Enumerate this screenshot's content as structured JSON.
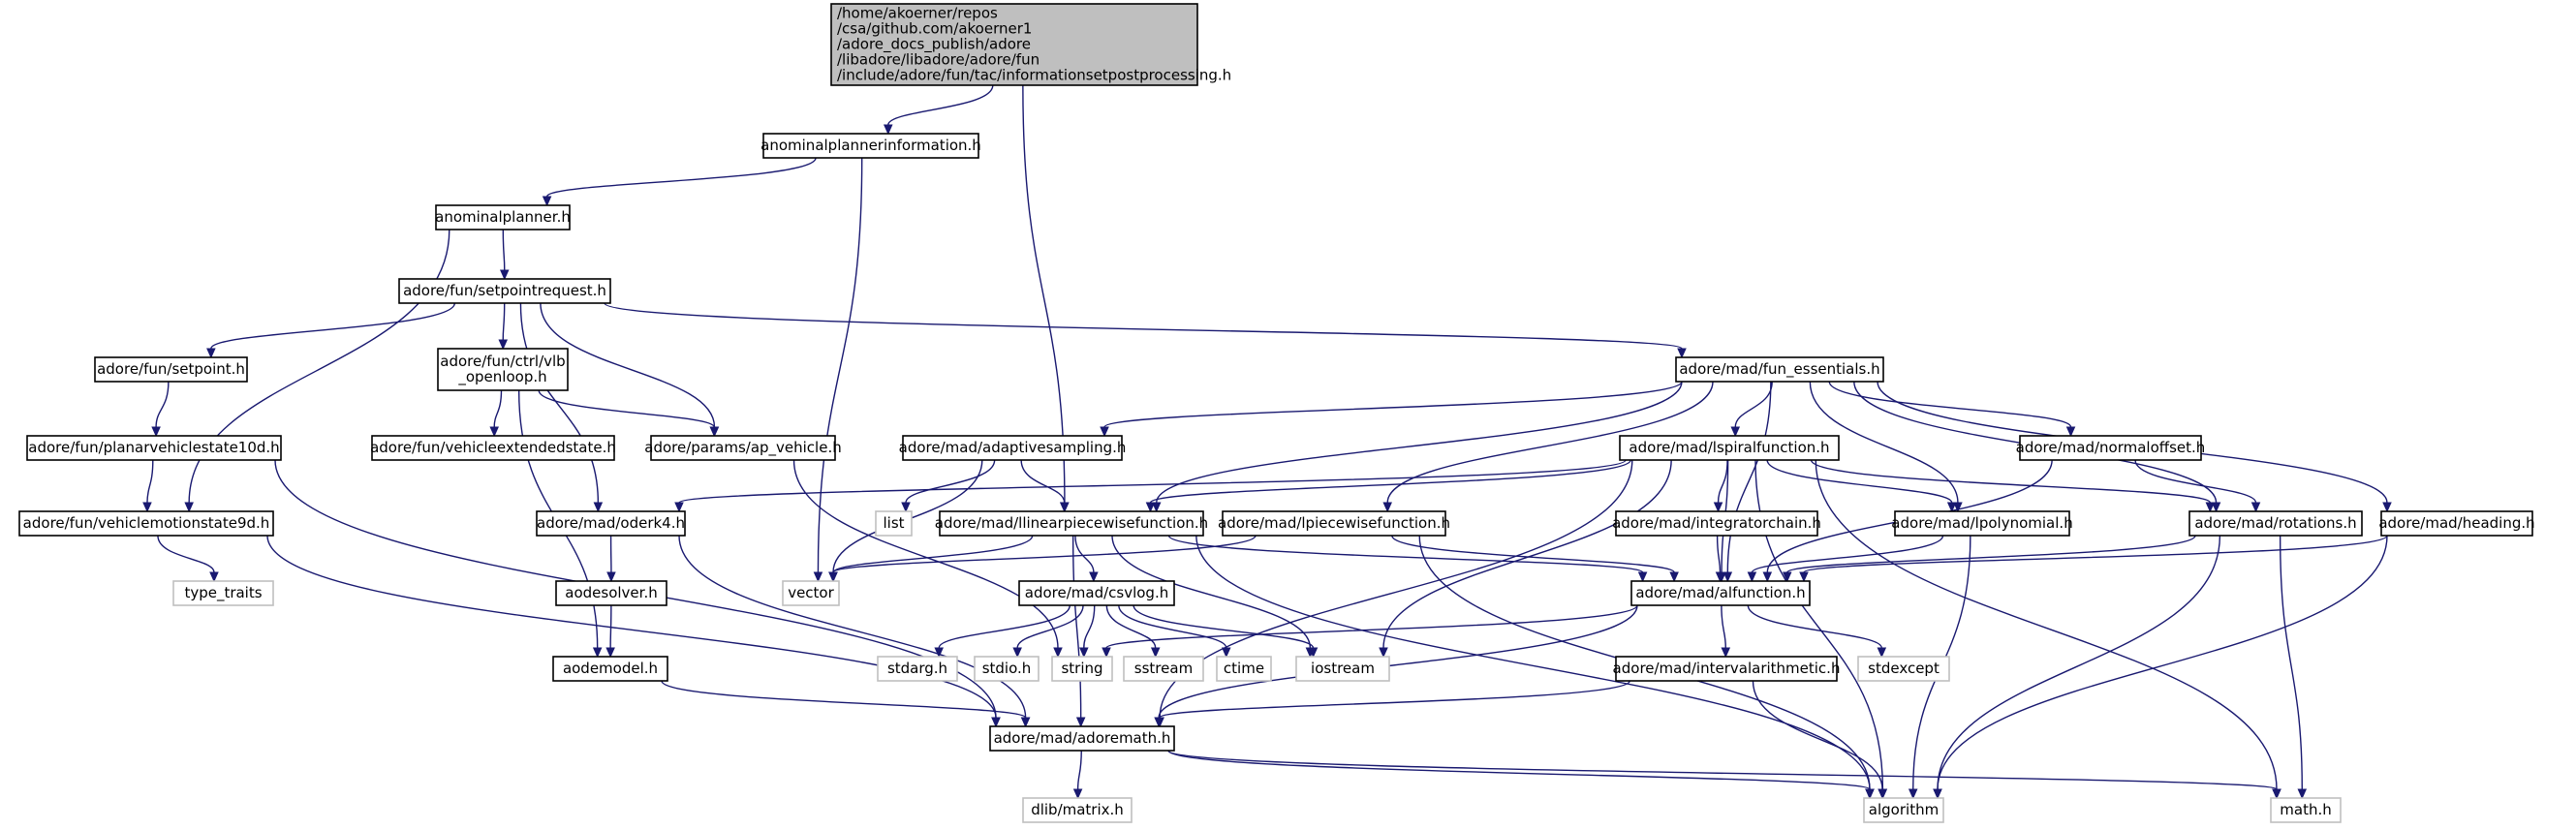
{
  "nodes": [
    {
      "id": "root",
      "kind": "root",
      "lines": [
        "/home/akoerner/repos",
        "/csa/github.com/akoerner1",
        "/adore_docs_publish/adore",
        "/libadore/libadore/adore/fun",
        "/include/adore/fun/tac/informationsetpostprocessing.h"
      ]
    },
    {
      "id": "anominalplannerinformation",
      "kind": "file",
      "lines": [
        "anominalplannerinformation.h"
      ]
    },
    {
      "id": "anominalplanner",
      "kind": "file",
      "lines": [
        "anominalplanner.h"
      ]
    },
    {
      "id": "setpointrequest",
      "kind": "file",
      "lines": [
        "adore/fun/setpointrequest.h"
      ]
    },
    {
      "id": "setpoint",
      "kind": "file",
      "lines": [
        "adore/fun/setpoint.h"
      ]
    },
    {
      "id": "vlb_openloop",
      "kind": "file",
      "lines": [
        "adore/fun/ctrl/vlb",
        "_openloop.h"
      ]
    },
    {
      "id": "planarvehiclestate10d",
      "kind": "file",
      "lines": [
        "adore/fun/planarvehiclestate10d.h"
      ]
    },
    {
      "id": "vehicleextendedstate",
      "kind": "file",
      "lines": [
        "adore/fun/vehicleextendedstate.h"
      ]
    },
    {
      "id": "ap_vehicle",
      "kind": "file",
      "lines": [
        "adore/params/ap_vehicle.h"
      ]
    },
    {
      "id": "vehiclemotionstate9d",
      "kind": "file",
      "lines": [
        "adore/fun/vehiclemotionstate9d.h"
      ]
    },
    {
      "id": "type_traits",
      "kind": "ext",
      "lines": [
        "type_traits"
      ]
    },
    {
      "id": "oderk4",
      "kind": "file",
      "lines": [
        "adore/mad/oderk4.h"
      ]
    },
    {
      "id": "aodesolver",
      "kind": "file",
      "lines": [
        "aodesolver.h"
      ]
    },
    {
      "id": "aodemodel",
      "kind": "file",
      "lines": [
        "aodemodel.h"
      ]
    },
    {
      "id": "fun_essentials",
      "kind": "file",
      "lines": [
        "adore/mad/fun_essentials.h"
      ]
    },
    {
      "id": "adaptivesampling",
      "kind": "file",
      "lines": [
        "adore/mad/adaptivesampling.h"
      ]
    },
    {
      "id": "list",
      "kind": "ext",
      "lines": [
        "list"
      ]
    },
    {
      "id": "llinearpiecewisefunction",
      "kind": "file",
      "lines": [
        "adore/mad/llinearpiecewisefunction.h"
      ]
    },
    {
      "id": "vector",
      "kind": "ext",
      "lines": [
        "vector"
      ]
    },
    {
      "id": "lspiralfunction",
      "kind": "file",
      "lines": [
        "adore/mad/lspiralfunction.h"
      ]
    },
    {
      "id": "lpiecewisefunction",
      "kind": "file",
      "lines": [
        "adore/mad/lpiecewisefunction.h"
      ]
    },
    {
      "id": "integratorchain",
      "kind": "file",
      "lines": [
        "adore/mad/integratorchain.h"
      ]
    },
    {
      "id": "lpolynomial",
      "kind": "file",
      "lines": [
        "adore/mad/lpolynomial.h"
      ]
    },
    {
      "id": "normaloffset",
      "kind": "file",
      "lines": [
        "adore/mad/normaloffset.h"
      ]
    },
    {
      "id": "rotations",
      "kind": "file",
      "lines": [
        "adore/mad/rotations.h"
      ]
    },
    {
      "id": "heading",
      "kind": "file",
      "lines": [
        "adore/mad/heading.h"
      ]
    },
    {
      "id": "csvlog",
      "kind": "file",
      "lines": [
        "adore/mad/csvlog.h"
      ]
    },
    {
      "id": "alfunction",
      "kind": "file",
      "lines": [
        "adore/mad/alfunction.h"
      ]
    },
    {
      "id": "stdarg",
      "kind": "ext",
      "lines": [
        "stdarg.h"
      ]
    },
    {
      "id": "stdio",
      "kind": "ext",
      "lines": [
        "stdio.h"
      ]
    },
    {
      "id": "string",
      "kind": "ext",
      "lines": [
        "string"
      ]
    },
    {
      "id": "sstream",
      "kind": "ext",
      "lines": [
        "sstream"
      ]
    },
    {
      "id": "ctime",
      "kind": "ext",
      "lines": [
        "ctime"
      ]
    },
    {
      "id": "iostream",
      "kind": "ext",
      "lines": [
        "iostream"
      ]
    },
    {
      "id": "intervalarithmetic",
      "kind": "file",
      "lines": [
        "adore/mad/intervalarithmetic.h"
      ]
    },
    {
      "id": "stdexcept",
      "kind": "ext",
      "lines": [
        "stdexcept"
      ]
    },
    {
      "id": "adoremath",
      "kind": "file",
      "lines": [
        "adore/mad/adoremath.h"
      ]
    },
    {
      "id": "matrix",
      "kind": "ext",
      "lines": [
        "dlib/matrix.h"
      ]
    },
    {
      "id": "algorithm",
      "kind": "ext",
      "lines": [
        "algorithm"
      ]
    },
    {
      "id": "math",
      "kind": "ext",
      "lines": [
        "math.h"
      ]
    }
  ],
  "edges": [
    [
      "root",
      "anominalplannerinformation"
    ],
    [
      "root",
      "llinearpiecewisefunction"
    ],
    [
      "anominalplannerinformation",
      "anominalplanner"
    ],
    [
      "anominalplannerinformation",
      "vector"
    ],
    [
      "anominalplanner",
      "setpointrequest"
    ],
    [
      "anominalplanner",
      "vehiclemotionstate9d"
    ],
    [
      "setpointrequest",
      "setpoint"
    ],
    [
      "setpointrequest",
      "vlb_openloop"
    ],
    [
      "setpointrequest",
      "ap_vehicle"
    ],
    [
      "setpointrequest",
      "oderk4"
    ],
    [
      "setpointrequest",
      "fun_essentials"
    ],
    [
      "setpoint",
      "planarvehiclestate10d"
    ],
    [
      "vlb_openloop",
      "vehicleextendedstate"
    ],
    [
      "vlb_openloop",
      "ap_vehicle"
    ],
    [
      "vlb_openloop",
      "aodemodel"
    ],
    [
      "planarvehiclestate10d",
      "vehiclemotionstate9d"
    ],
    [
      "planarvehiclestate10d",
      "adoremath"
    ],
    [
      "vehiclemotionstate9d",
      "type_traits"
    ],
    [
      "vehiclemotionstate9d",
      "adoremath"
    ],
    [
      "ap_vehicle",
      "string"
    ],
    [
      "oderk4",
      "aodesolver"
    ],
    [
      "oderk4",
      "adoremath"
    ],
    [
      "aodesolver",
      "aodemodel"
    ],
    [
      "aodemodel",
      "adoremath"
    ],
    [
      "fun_essentials",
      "adaptivesampling"
    ],
    [
      "fun_essentials",
      "llinearpiecewisefunction"
    ],
    [
      "fun_essentials",
      "lspiralfunction"
    ],
    [
      "fun_essentials",
      "lpiecewisefunction"
    ],
    [
      "fun_essentials",
      "lpolynomial"
    ],
    [
      "fun_essentials",
      "normaloffset"
    ],
    [
      "fun_essentials",
      "rotations"
    ],
    [
      "fun_essentials",
      "heading"
    ],
    [
      "fun_essentials",
      "alfunction"
    ],
    [
      "adaptivesampling",
      "list"
    ],
    [
      "adaptivesampling",
      "vector"
    ],
    [
      "adaptivesampling",
      "llinearpiecewisefunction"
    ],
    [
      "llinearpiecewisefunction",
      "vector"
    ],
    [
      "llinearpiecewisefunction",
      "csvlog"
    ],
    [
      "llinearpiecewisefunction",
      "alfunction"
    ],
    [
      "llinearpiecewisefunction",
      "adoremath"
    ],
    [
      "llinearpiecewisefunction",
      "iostream"
    ],
    [
      "llinearpiecewisefunction",
      "algorithm"
    ],
    [
      "lspiralfunction",
      "oderk4"
    ],
    [
      "lspiralfunction",
      "llinearpiecewisefunction"
    ],
    [
      "lspiralfunction",
      "integratorchain"
    ],
    [
      "lspiralfunction",
      "lpolynomial"
    ],
    [
      "lspiralfunction",
      "rotations"
    ],
    [
      "lspiralfunction",
      "alfunction"
    ],
    [
      "lspiralfunction",
      "adoremath"
    ],
    [
      "lspiralfunction",
      "iostream"
    ],
    [
      "lspiralfunction",
      "algorithm"
    ],
    [
      "lspiralfunction",
      "math"
    ],
    [
      "lpiecewisefunction",
      "vector"
    ],
    [
      "lpiecewisefunction",
      "alfunction"
    ],
    [
      "lpiecewisefunction",
      "algorithm"
    ],
    [
      "integratorchain",
      "alfunction"
    ],
    [
      "lpolynomial",
      "alfunction"
    ],
    [
      "lpolynomial",
      "algorithm"
    ],
    [
      "normaloffset",
      "rotations"
    ],
    [
      "normaloffset",
      "alfunction"
    ],
    [
      "rotations",
      "alfunction"
    ],
    [
      "rotations",
      "algorithm"
    ],
    [
      "rotations",
      "math"
    ],
    [
      "heading",
      "alfunction"
    ],
    [
      "heading",
      "algorithm"
    ],
    [
      "csvlog",
      "stdarg"
    ],
    [
      "csvlog",
      "stdio"
    ],
    [
      "csvlog",
      "string"
    ],
    [
      "csvlog",
      "sstream"
    ],
    [
      "csvlog",
      "ctime"
    ],
    [
      "csvlog",
      "iostream"
    ],
    [
      "alfunction",
      "string"
    ],
    [
      "alfunction",
      "intervalarithmetic"
    ],
    [
      "alfunction",
      "stdexcept"
    ],
    [
      "alfunction",
      "adoremath"
    ],
    [
      "intervalarithmetic",
      "adoremath"
    ],
    [
      "intervalarithmetic",
      "algorithm"
    ],
    [
      "adoremath",
      "matrix"
    ],
    [
      "adoremath",
      "algorithm"
    ],
    [
      "adoremath",
      "math"
    ]
  ]
}
